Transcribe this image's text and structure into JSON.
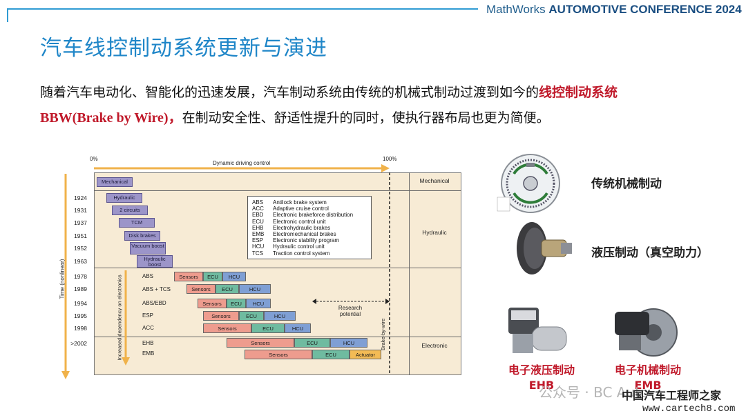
{
  "header": {
    "brand": "MathWorks",
    "conference": "AUTOMOTIVE CONFERENCE 2024",
    "accent_color": "#2f9bd3"
  },
  "slide": {
    "title": "汽车线控制动系统更新与演进",
    "paragraph": {
      "part1": "随着汽车电动化、智能化的迅速发展，汽车制动系统由传统的机械式制动过渡到如今的",
      "highlight": "线控制动系统",
      "bbw": "BBW(Brake by Wire)，",
      "part2": "在制动安全性、舒适性提升的同时，使执行器布局也更为简便。"
    }
  },
  "diagram": {
    "top_left_pct": "0%",
    "top_right_pct": "100%",
    "arrow_label": "Dynamic driving control",
    "y_axis_label": "Time (nonlinear)",
    "dependency_label": "Increased dependency on electronics",
    "brake_by_wire_label": "Brake-by-wire",
    "research_label": "Research potential",
    "categories": {
      "mechanical": "Mechanical",
      "hydraulic": "Hydraulic",
      "electronic": "Electronic"
    },
    "mechanical_box": "Mechanical",
    "hydraulic_rows": [
      {
        "year": "1924",
        "label": "Hydraulic"
      },
      {
        "year": "1931",
        "label": "2 circuits"
      },
      {
        "year": "1937",
        "label": "TCM"
      },
      {
        "year": "1951",
        "label": "Disk brakes"
      },
      {
        "year": "1952",
        "label": "Vacuum boost"
      },
      {
        "year": "1963",
        "label": "Hydraulic boost"
      }
    ],
    "electronic_rows": [
      {
        "year": "1978",
        "name": "ABS"
      },
      {
        "year": "1989",
        "name": "ABS + TCS"
      },
      {
        "year": "1994",
        "name": "ABS/EBD"
      },
      {
        "year": "1995",
        "name": "ESP"
      },
      {
        "year": "1998",
        "name": "ACC"
      },
      {
        "year": ">2002",
        "name": "EHB"
      },
      {
        "year": "",
        "name": "EMB"
      }
    ],
    "segments": {
      "sensors": "Sensors",
      "ecu": "ECU",
      "hcu": "HCU",
      "actuator": "Actuator"
    },
    "legend": [
      {
        "abbr": "ABS",
        "desc": "Antilock brake system"
      },
      {
        "abbr": "ACC",
        "desc": "Adaptive cruise control"
      },
      {
        "abbr": "EBD",
        "desc": "Electronic brakeforce distribution"
      },
      {
        "abbr": "ECU",
        "desc": "Electronic control unit"
      },
      {
        "abbr": "EHB",
        "desc": "Electrohydraulic brakes"
      },
      {
        "abbr": "EMB",
        "desc": "Electromechanical brakes"
      },
      {
        "abbr": "ESP",
        "desc": "Electronic stability program"
      },
      {
        "abbr": "HCU",
        "desc": "Hydraulic control unit"
      },
      {
        "abbr": "TCS",
        "desc": "Traction control system"
      }
    ]
  },
  "right_column": {
    "traditional": "传统机械制动",
    "hydraulic": "液压制动（真空助力）",
    "ehb_cn": "电子液压制动",
    "ehb_en": "EHB",
    "emb_cn": "电子机械制动",
    "emb_en": "EMB"
  },
  "watermark": {
    "text": "公众号 · BC Auto",
    "site_cn": "中国汽车工程师之家",
    "site_url": "www.cartech8.com"
  }
}
